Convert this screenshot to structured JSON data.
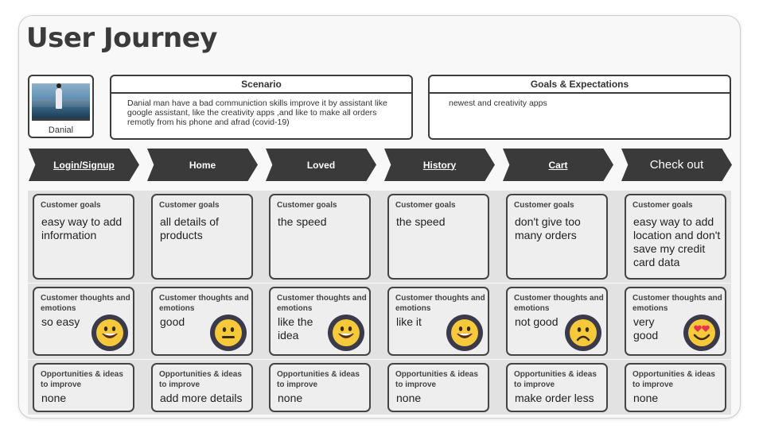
{
  "title": "User Journey",
  "persona": {
    "name": "Danial"
  },
  "scenario": {
    "heading": "Scenario",
    "text": "Danial man have a bad communiction skills improve it by assistant like google assistant, like the creativity apps ,and like to make all orders remotly from his phone and afrad (covid-19)"
  },
  "goals": {
    "heading": "Goals & Expectations",
    "text": "newest and creativity apps"
  },
  "stages": [
    {
      "label": "Login/Signup",
      "underline": true,
      "big": false
    },
    {
      "label": "Home",
      "underline": false,
      "big": false
    },
    {
      "label": "Loved",
      "underline": false,
      "big": false
    },
    {
      "label": "History",
      "underline": true,
      "big": false
    },
    {
      "label": "Cart",
      "underline": true,
      "big": false
    },
    {
      "label": "Check out",
      "underline": false,
      "big": true
    }
  ],
  "rows": {
    "goals_label": "Customer goals",
    "thoughts_label": "Customer thoughts and emotions",
    "opps_label": "Opportunities & ideas to improve"
  },
  "columns": [
    {
      "goal": "easy way to add information",
      "thought": "so easy",
      "emotion": "grin",
      "opportunity": "none"
    },
    {
      "goal": "all details of products",
      "thought": "good",
      "emotion": "neutral",
      "opportunity": "add more details"
    },
    {
      "goal": "the speed",
      "thought": "like the idea",
      "emotion": "grin",
      "opportunity": "none"
    },
    {
      "goal": "the speed",
      "thought": "like it",
      "emotion": "grin",
      "opportunity": "none"
    },
    {
      "goal": "don't give too many orders",
      "thought": "not good",
      "emotion": "frown",
      "opportunity": "make order less"
    },
    {
      "goal": "easy way to add location and don't save my credit card data",
      "thought": "very good",
      "emotion": "heart-eyes",
      "opportunity": "none"
    }
  ],
  "colors": {
    "stage": "#3a3a3a",
    "band": "#e2e2e2",
    "card": "#eeeeee",
    "emoji_face": "#f5c93a",
    "emoji_ring": "#3a3a4a"
  }
}
